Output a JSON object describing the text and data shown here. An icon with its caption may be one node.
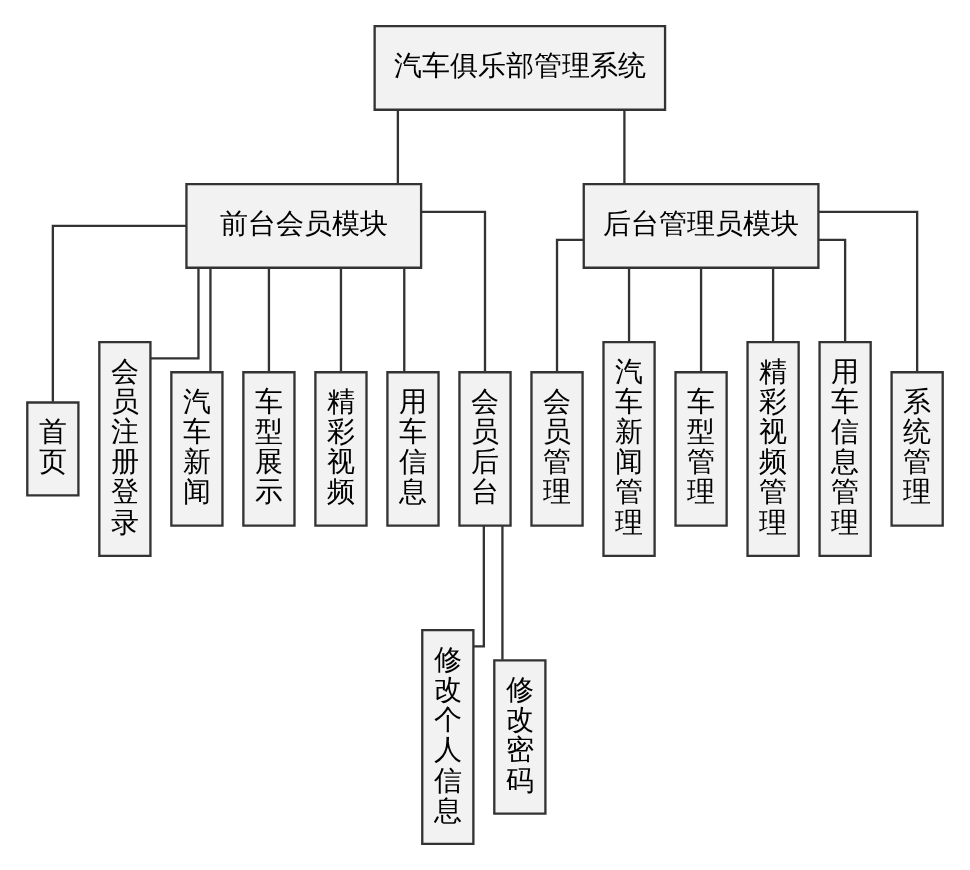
{
  "diagram": {
    "nodes": [
      {
        "text": [
          "汽车俱乐部管理系统"
        ]
      },
      {
        "text": [
          "前台会员模块"
        ]
      },
      {
        "text": [
          "后台管理员模块"
        ]
      },
      {
        "text": [
          "首页"
        ]
      },
      {
        "text": [
          "会员注册登录"
        ]
      },
      {
        "text": [
          "汽车新闻"
        ]
      },
      {
        "text": [
          "车型展示"
        ]
      },
      {
        "text": [
          "精彩视频"
        ]
      },
      {
        "text": [
          "用车信息"
        ]
      },
      {
        "text": [
          "会员后台"
        ]
      },
      {
        "text": [
          "修改个人信息"
        ]
      },
      {
        "text": [
          "修改密码"
        ]
      },
      {
        "text": [
          "会员管理"
        ]
      },
      {
        "text": [
          "汽车新闻管理"
        ]
      },
      {
        "text": [
          "车型管理"
        ]
      },
      {
        "text": [
          "精彩视频管理"
        ]
      },
      {
        "text": [
          "用车信息管理"
        ]
      },
      {
        "text": [
          "系统管理"
        ]
      }
    ],
    "edges": [
      {
        "from": 0,
        "to": 1,
        "arrow": "none"
      },
      {
        "from": 0,
        "to": 2,
        "arrow": "none"
      },
      {
        "from": 1,
        "to": 3,
        "arrow": "none"
      },
      {
        "from": 1,
        "to": 4,
        "arrow": "none"
      },
      {
        "from": 1,
        "to": 5,
        "arrow": "none"
      },
      {
        "from": 1,
        "to": 6,
        "arrow": "none"
      },
      {
        "from": 1,
        "to": 7,
        "arrow": "none"
      },
      {
        "from": 1,
        "to": 8,
        "arrow": "none"
      },
      {
        "from": 1,
        "to": 9,
        "arrow": "none"
      },
      {
        "from": 9,
        "to": 10,
        "arrow": "none"
      },
      {
        "from": 9,
        "to": 11,
        "arrow": "none"
      },
      {
        "from": 2,
        "to": 12,
        "arrow": "none"
      },
      {
        "from": 2,
        "to": 13,
        "arrow": "none"
      },
      {
        "from": 2,
        "to": 14,
        "arrow": "none"
      },
      {
        "from": 2,
        "to": 15,
        "arrow": "none"
      },
      {
        "from": 2,
        "to": 16,
        "arrow": "none"
      },
      {
        "from": 2,
        "to": 17,
        "arrow": "none"
      }
    ]
  }
}
